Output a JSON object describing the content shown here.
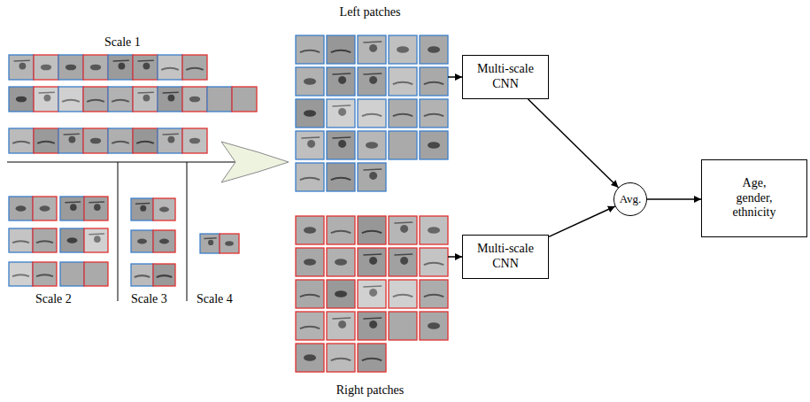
{
  "diagram": {
    "nodes": [
      {
        "text": [
          "Left patches"
        ]
      },
      {
        "text": [
          "Right patches"
        ]
      },
      {
        "text": [
          "Multi-scale CNN"
        ]
      },
      {
        "text": [
          "Multi-scale CNN"
        ]
      },
      {
        "text": [
          "Avg."
        ]
      },
      {
        "text": [
          "Age, gender, ethnicity"
        ]
      }
    ],
    "edges": [
      {
        "from": 0,
        "to": 2,
        "arrow": "to"
      },
      {
        "from": 1,
        "to": 3,
        "arrow": "to"
      },
      {
        "from": 2,
        "to": 4,
        "arrow": "to"
      },
      {
        "from": 3,
        "to": 4,
        "arrow": "to"
      },
      {
        "from": 4,
        "to": 5,
        "arrow": "to"
      }
    ],
    "labels": [
      "Scale 1",
      "Scale 2",
      "Scale 3",
      "Scale 4"
    ]
  }
}
